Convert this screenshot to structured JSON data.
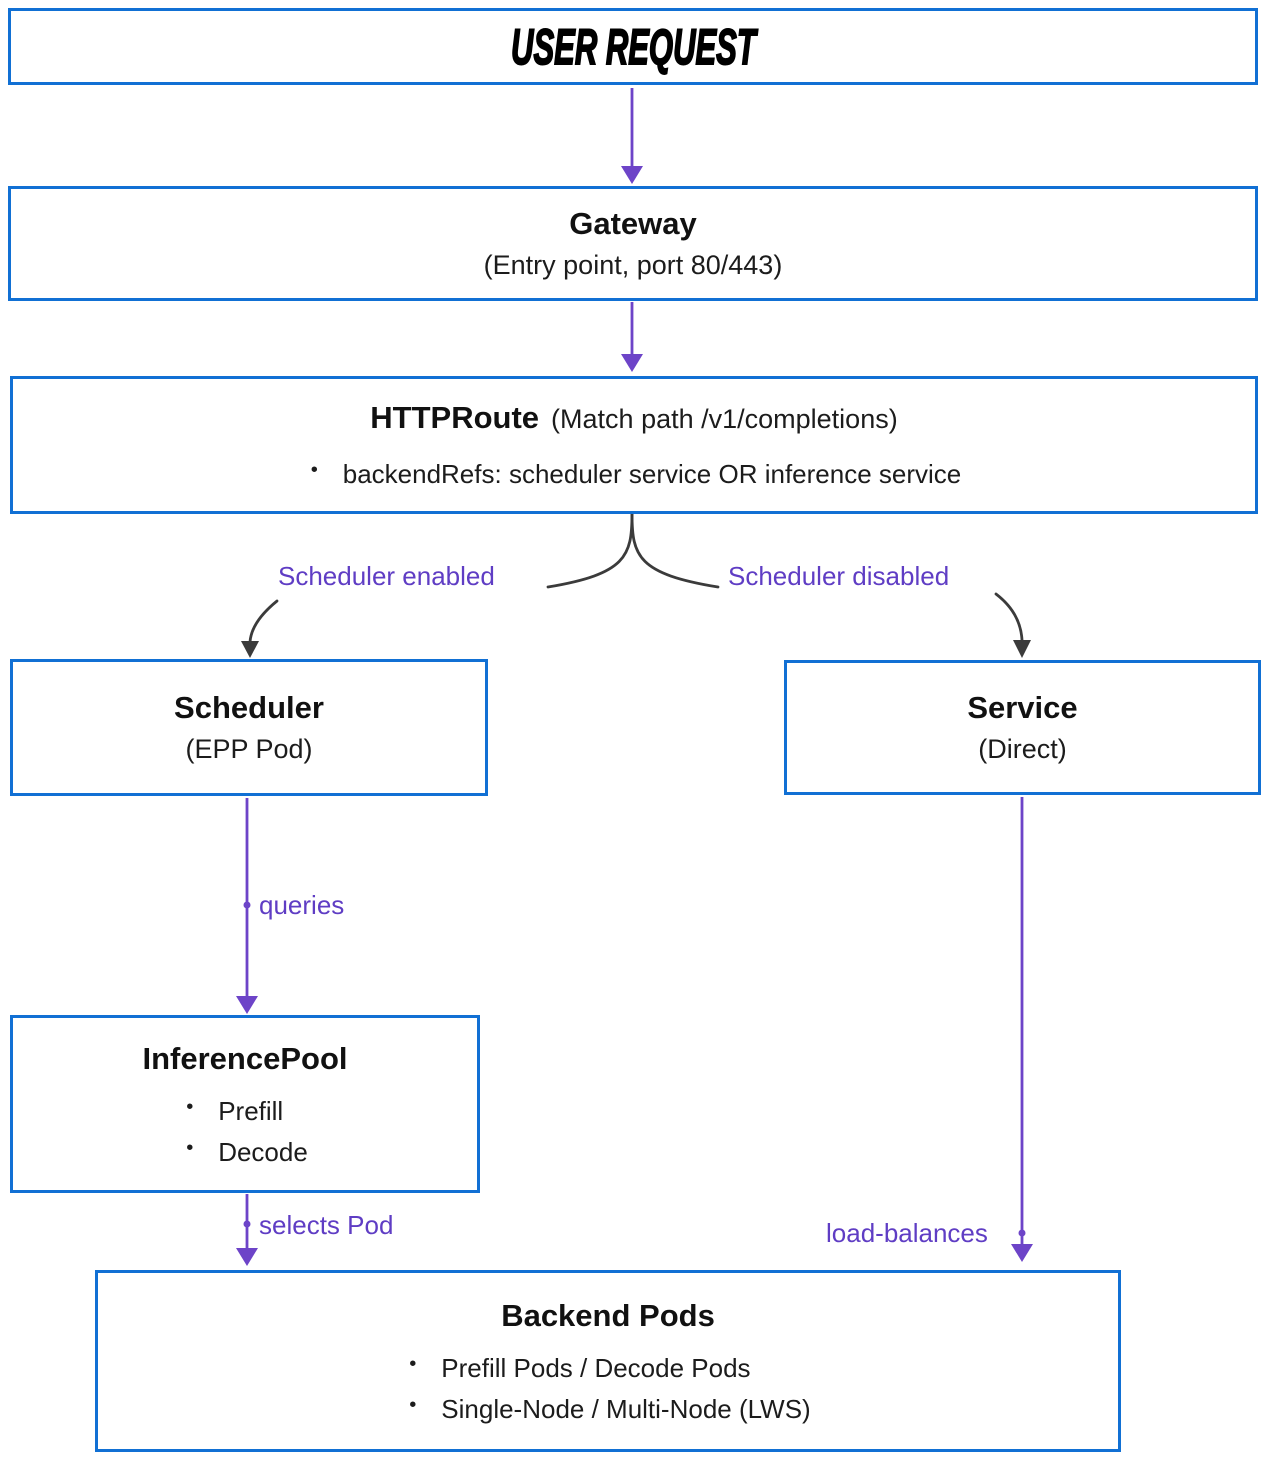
{
  "colors": {
    "box_border": "#1170d4",
    "arrow_purple": "#6d44c8",
    "label_purple": "#5f3dc4",
    "edge_dark": "#3b3b3b",
    "text_main": "#111111",
    "bg": "#ffffff"
  },
  "nodes": {
    "user_request": {
      "title": "USER REQUEST"
    },
    "gateway": {
      "title": "Gateway",
      "subtitle": "(Entry point, port 80/443)"
    },
    "httproute": {
      "title": "HTTPRoute",
      "title_suffix": "(Match path /v1/completions)",
      "bullets": [
        "backendRefs: scheduler service OR inference service"
      ]
    },
    "scheduler": {
      "title": "Scheduler",
      "subtitle": "(EPP Pod)"
    },
    "service": {
      "title": "Service",
      "subtitle": "(Direct)"
    },
    "inference_pool": {
      "title": "InferencePool",
      "bullets": [
        "Prefill",
        "Decode"
      ]
    },
    "backend_pods": {
      "title": "Backend Pods",
      "bullets": [
        "Prefill Pods / Decode Pods",
        "Single-Node / Multi-Node (LWS)"
      ]
    }
  },
  "edge_labels": {
    "scheduler_enabled": "Scheduler enabled",
    "scheduler_disabled": "Scheduler disabled",
    "queries": "queries",
    "selects_pod": "selects Pod",
    "load_balances": "load-balances"
  }
}
